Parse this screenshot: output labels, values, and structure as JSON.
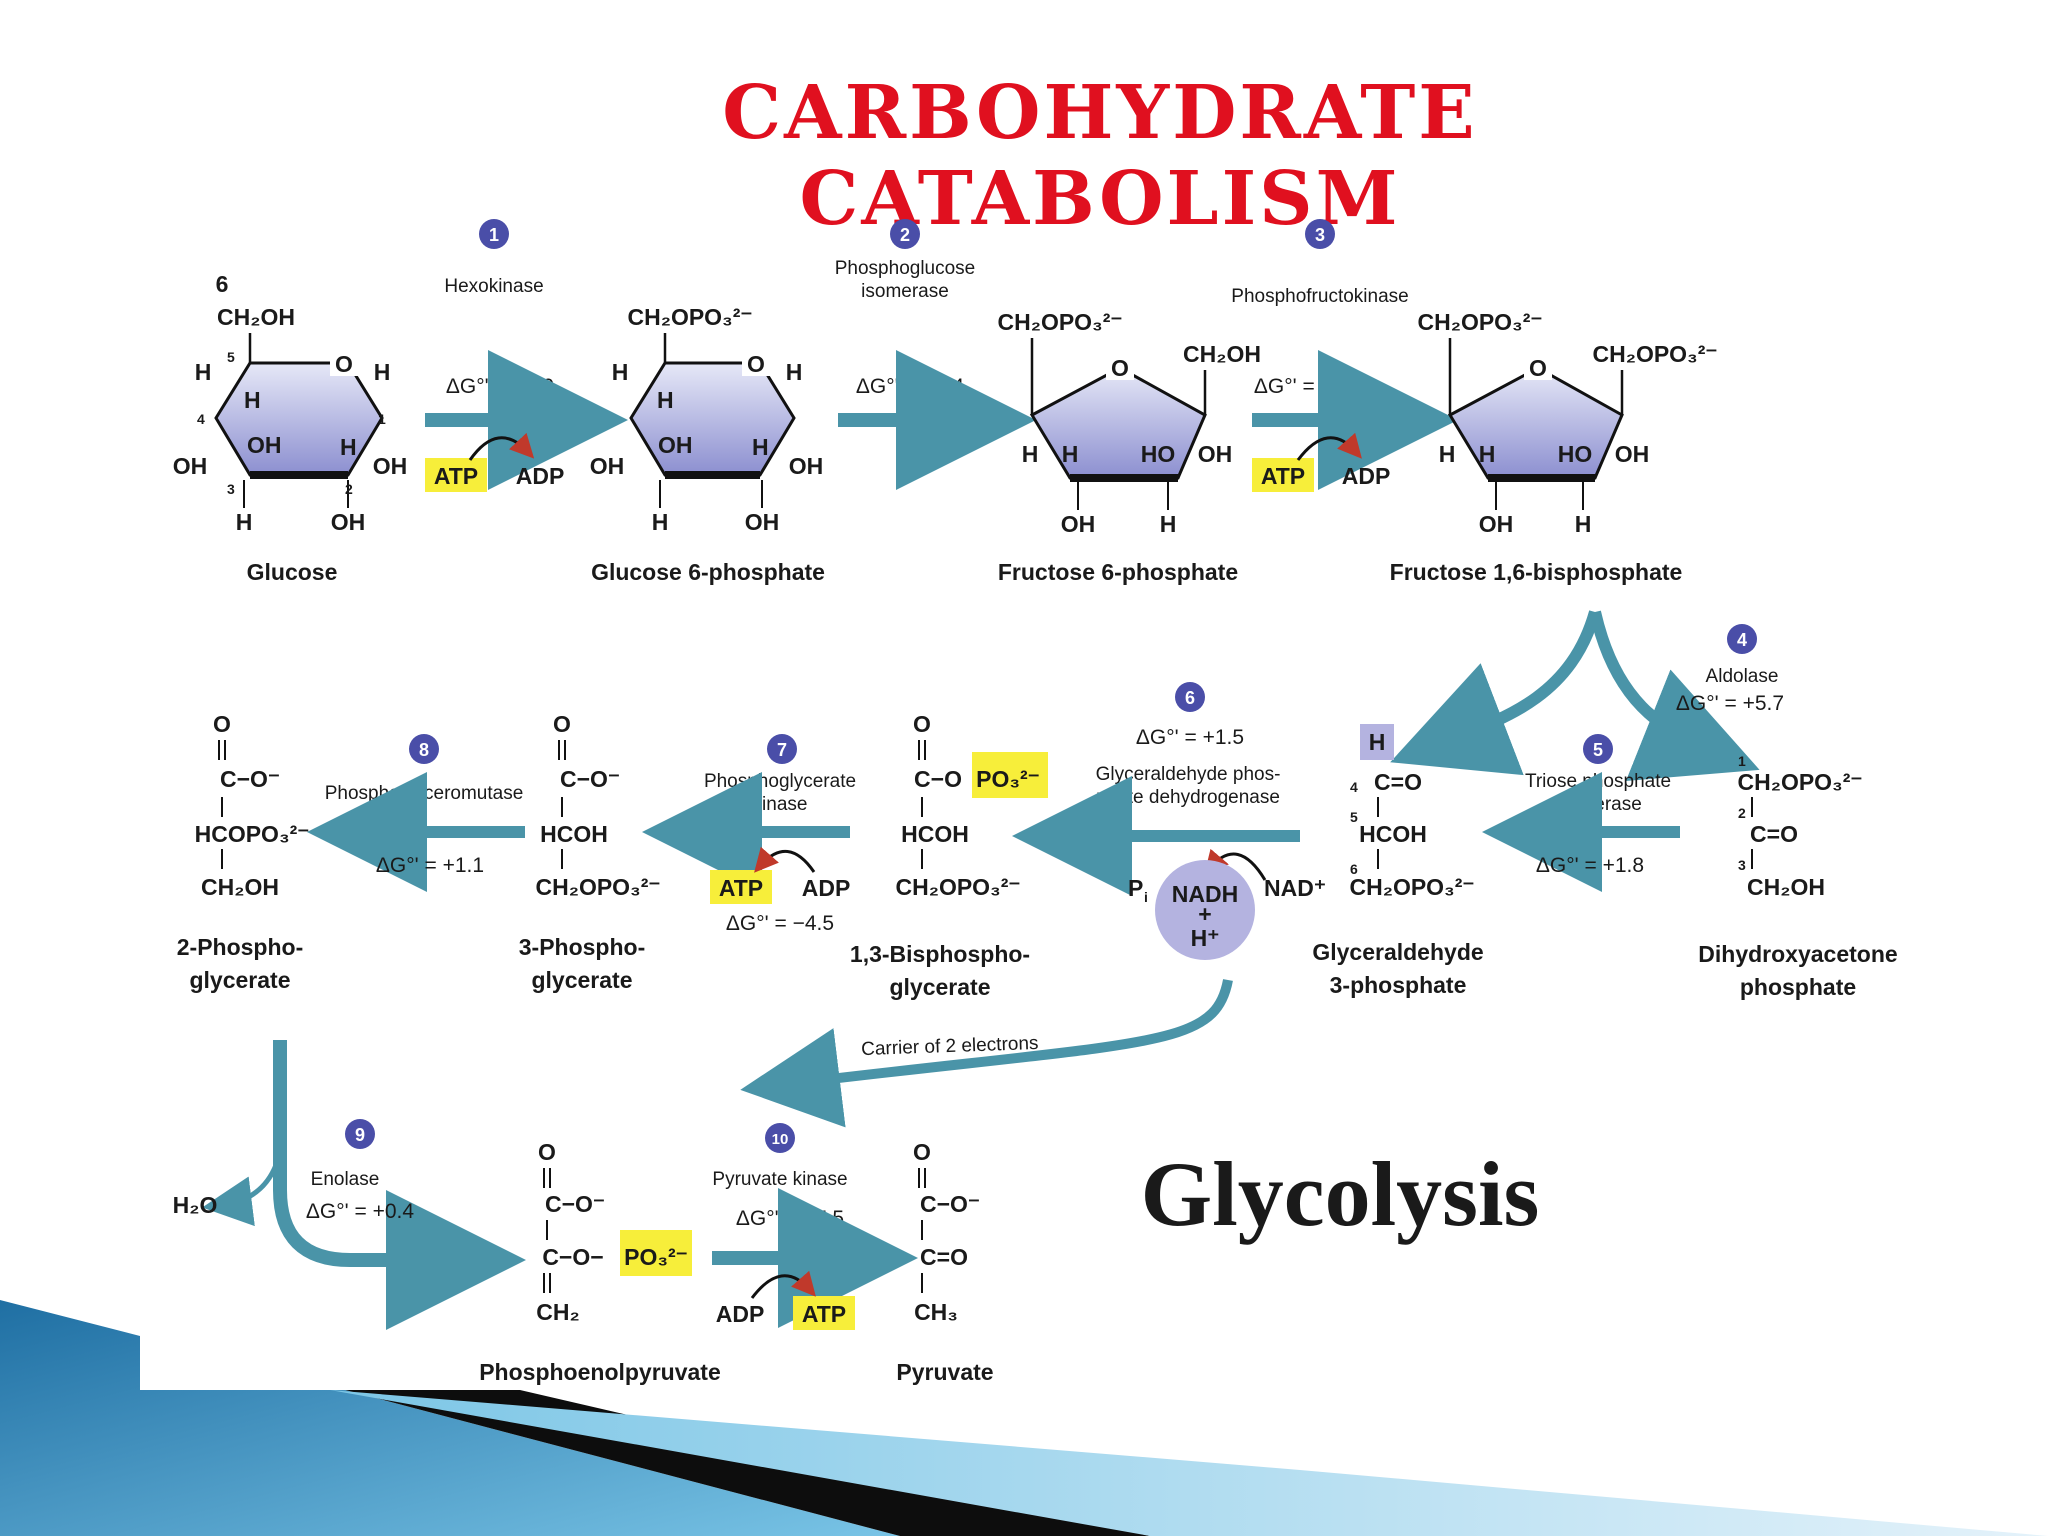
{
  "slide": {
    "title": "CARBOHYDRATE CATABOLISM",
    "subtitle": "Glycolysis",
    "colors": {
      "title": "#e0101f",
      "ring_fill_top": "#e6e8f7",
      "ring_fill_bottom": "#8c8fd0",
      "arrow": "#4a94a8",
      "highlight": "#f7ee3a",
      "step_badge": "#4a4ea8",
      "nadh_circle": "#b4b3e0",
      "footer_blue": "#3a86b4"
    }
  },
  "steps": [
    {
      "num": "1",
      "enzyme": "Hexokinase",
      "dg": "ΔG°' = −4.0",
      "in_cofactor": "ATP",
      "out_cofactor": "ADP"
    },
    {
      "num": "2",
      "enzyme_l1": "Phosphoglucose",
      "enzyme_l2": "isomerase",
      "dg": "ΔG°' = +0.4"
    },
    {
      "num": "3",
      "enzyme": "Phosphofructokinase",
      "dg": "ΔG°' = −3.4",
      "in_cofactor": "ATP",
      "out_cofactor": "ADP"
    },
    {
      "num": "4",
      "enzyme": "Aldolase",
      "dg": "ΔG°' = +5.7"
    },
    {
      "num": "5",
      "enzyme_l1": "Triose phosphate",
      "enzyme_l2": "isomerase",
      "dg": "ΔG°' = +1.8"
    },
    {
      "num": "6",
      "dg": "ΔG°' = +1.5",
      "enzyme_l1": "Glyceraldehyde phos-",
      "enzyme_l2": "phate dehydrogenase",
      "pi": "P",
      "pi_sub": "i",
      "nad": "NAD⁺",
      "nadh_l1": "NADH",
      "nadh_l2": "+",
      "nadh_l3": "H⁺",
      "carrier": "Carrier of 2 electrons"
    },
    {
      "num": "7",
      "enzyme_l1": "Phosphoglycerate",
      "enzyme_l2": "kinase",
      "in_cofactor": "ADP",
      "out_cofactor": "ATP",
      "dg": "ΔG°' = −4.5"
    },
    {
      "num": "8",
      "enzyme": "Phosphoglyceromutase",
      "dg": "ΔG°' = +1.1"
    },
    {
      "num": "9",
      "enzyme": "Enolase",
      "dg": "ΔG°' = +0.4",
      "water": "H₂O"
    },
    {
      "num": "10",
      "enzyme": "Pyruvate kinase",
      "dg": "ΔG°' = −7.5",
      "in_cofactor": "ADP",
      "out_cofactor": "ATP"
    }
  ],
  "molecules": {
    "glucose": {
      "name": "Glucose",
      "top_num": "6",
      "top": "CH₂OH",
      "atoms": {
        "o": "O",
        "h": "H",
        "oh": "OH",
        "n1": "1",
        "n2": "2",
        "n3": "3",
        "n4": "4",
        "n5": "5"
      }
    },
    "g6p": {
      "name": "Glucose 6-phosphate",
      "top": "CH₂OPO₃²⁻",
      "atoms": {
        "o": "O",
        "h": "H",
        "oh": "OH"
      }
    },
    "f6p": {
      "name": "Fructose 6-phosphate",
      "left": "CH₂OPO₃²⁻",
      "right": "CH₂OH",
      "atoms": {
        "o": "O",
        "h": "H",
        "ho": "HO",
        "oh": "OH"
      }
    },
    "f16bp": {
      "name": "Fructose 1,6-bisphosphate",
      "left": "CH₂OPO₃²⁻",
      "right": "CH₂OPO₃²⁻",
      "atoms": {
        "o": "O",
        "h": "H",
        "ho": "HO",
        "oh": "OH"
      }
    },
    "dhap": {
      "name_l1": "Dihydroxyacetone",
      "name_l2": "phosphate",
      "l1": "CH₂OPO₃²⁻",
      "l2": "C=O",
      "l3": "CH₂OH",
      "n1": "1",
      "n2": "2",
      "n3": "3"
    },
    "gap": {
      "name_l1": "Glyceraldehyde",
      "name_l2": "3-phosphate",
      "h": "H",
      "l1": "C=O",
      "l2": "HCOH",
      "l3": "CH₂OPO₃²⁻",
      "n4": "4",
      "n5": "5",
      "n6": "6"
    },
    "bpg13": {
      "name_l1": "1,3-Bisphospho-",
      "name_l2": "glycerate",
      "o": "O",
      "l1": "C−O",
      "po3": "PO₃²⁻",
      "l2": "HCOH",
      "l3": "CH₂OPO₃²⁻"
    },
    "pg3": {
      "name_l1": "3-Phospho-",
      "name_l2": "glycerate",
      "o": "O",
      "l1": "C−O⁻",
      "l2": "HCOH",
      "l3": "CH₂OPO₃²⁻"
    },
    "pg2": {
      "name_l1": "2-Phospho-",
      "name_l2": "glycerate",
      "o": "O",
      "l1": "C−O⁻",
      "l2": "HCOPO₃²⁻",
      "l3": "CH₂OH"
    },
    "pep": {
      "name": "Phosphoenolpyruvate",
      "o": "O",
      "l1": "C−O⁻",
      "l2": "C−O−",
      "po3": "PO₃²⁻",
      "l3": "CH₂"
    },
    "pyruvate": {
      "name": "Pyruvate",
      "o": "O",
      "l1": "C−O⁻",
      "l2": "C=O",
      "l3": "CH₃"
    }
  }
}
